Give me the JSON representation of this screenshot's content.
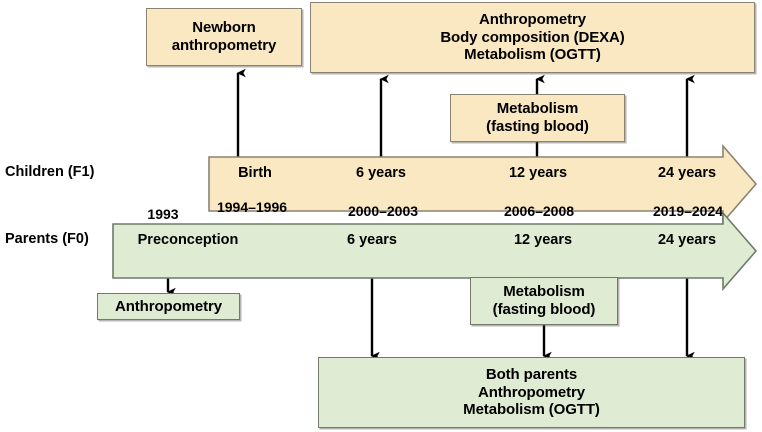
{
  "figure": {
    "type": "timeline-diagram",
    "background": "#ffffff",
    "palette": {
      "children_fill": "#FAE8C2",
      "children_stroke": "#8a8374",
      "parents_fill": "#DFEBD3",
      "parents_stroke": "#6f7a68",
      "line": "#000000"
    }
  },
  "rows": {
    "children": {
      "label": "Children (F1)",
      "stops": [
        {
          "label": "Birth",
          "year": "1994–1996"
        },
        {
          "label": "6 years",
          "year": "2000–2003"
        },
        {
          "label": "12 years",
          "year": "2006–2008"
        },
        {
          "label": "24 years",
          "year": "2019–2024"
        }
      ]
    },
    "parents": {
      "label": "Parents (F0)",
      "stops": [
        {
          "label": "Preconception",
          "year": "1993"
        },
        {
          "label": "6 years",
          "year": ""
        },
        {
          "label": "12 years",
          "year": ""
        },
        {
          "label": "24 years",
          "year": ""
        }
      ]
    }
  },
  "boxes": {
    "newborn_anthropometry": {
      "lines": [
        "Newborn",
        "anthropometry"
      ],
      "color": "yellow"
    },
    "children_assessments": {
      "lines": [
        "Anthropometry",
        "Body composition (DEXA)",
        "Metabolism (OGTT)"
      ],
      "color": "yellow"
    },
    "children_metabolism": {
      "lines": [
        "Metabolism",
        "(fasting blood)"
      ],
      "color": "yellow"
    },
    "parents_anthropometry": {
      "lines": [
        "Anthropometry"
      ],
      "color": "green"
    },
    "parents_metabolism": {
      "lines": [
        "Metabolism",
        "(fasting blood)"
      ],
      "color": "green"
    },
    "parents_assessments": {
      "lines": [
        "Both parents",
        "Anthropometry",
        "Metabolism (OGTT)"
      ],
      "color": "green"
    }
  }
}
